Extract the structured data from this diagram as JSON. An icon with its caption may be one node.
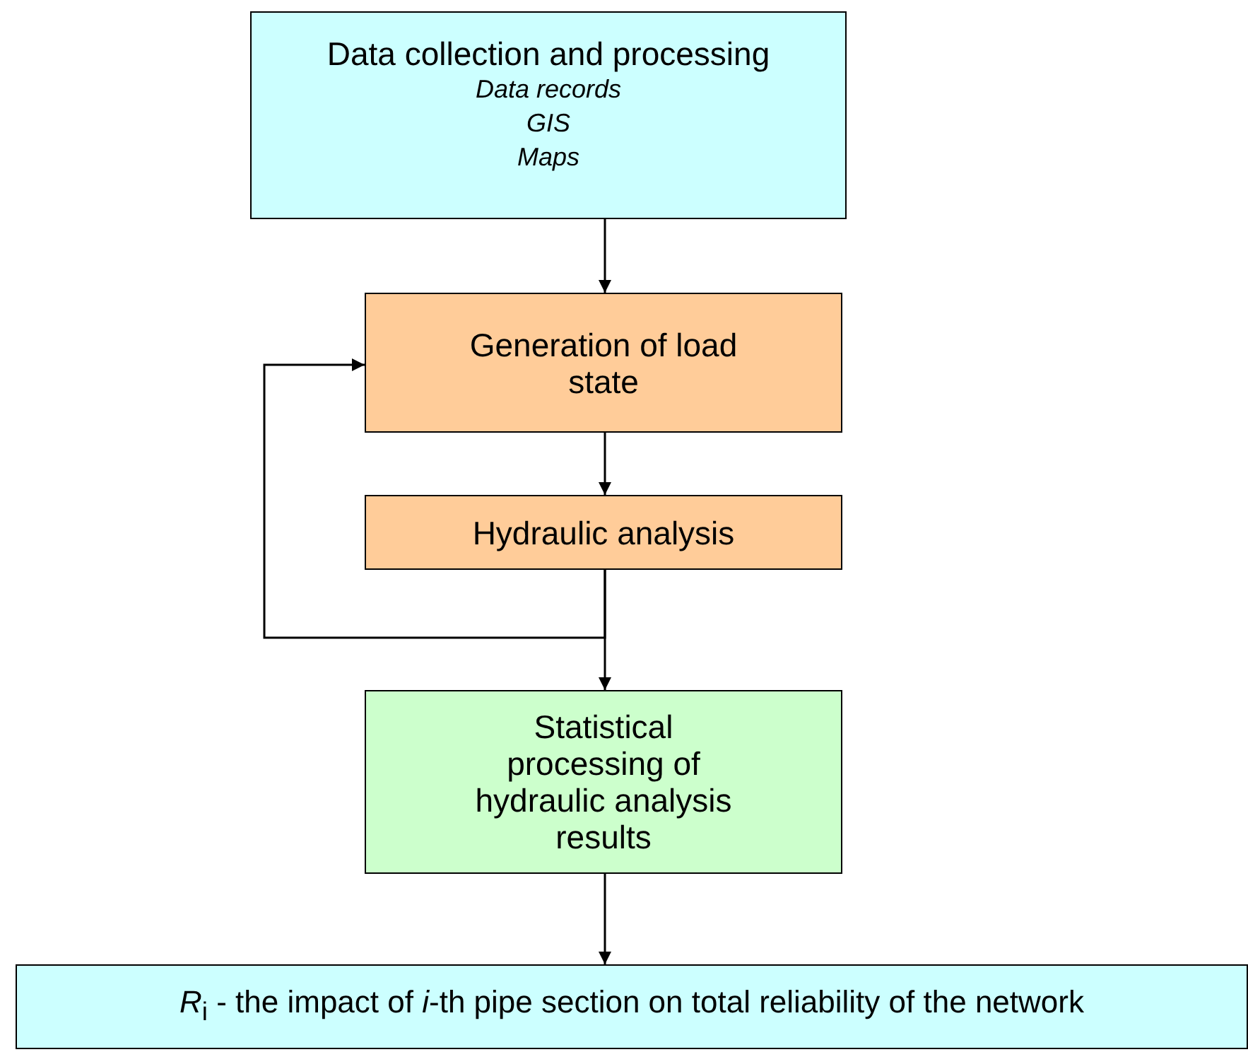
{
  "diagram": {
    "nodes": [
      {
        "text": [
          "Data collection and processing",
          "Data records",
          "GIS",
          "Maps"
        ]
      },
      {
        "text": [
          "Generation of load state"
        ]
      },
      {
        "text": [
          "Hydraulic analysis"
        ]
      },
      {
        "text": [
          "Statistical processing of hydraulic analysis results"
        ]
      },
      {
        "text": [
          "*R*$_{i}$ - the impact of *i*-th pipe section on total reliability of the network"
        ]
      }
    ],
    "edges": [
      {
        "from": 0,
        "to": 1,
        "arrow": "to"
      },
      {
        "from": 1,
        "to": 2,
        "arrow": "to"
      },
      {
        "from": 2,
        "to": 3,
        "arrow": "to"
      },
      {
        "from": 2,
        "to": 1,
        "arrow": "to"
      },
      {
        "from": 3,
        "to": 4,
        "arrow": "to"
      }
    ]
  }
}
